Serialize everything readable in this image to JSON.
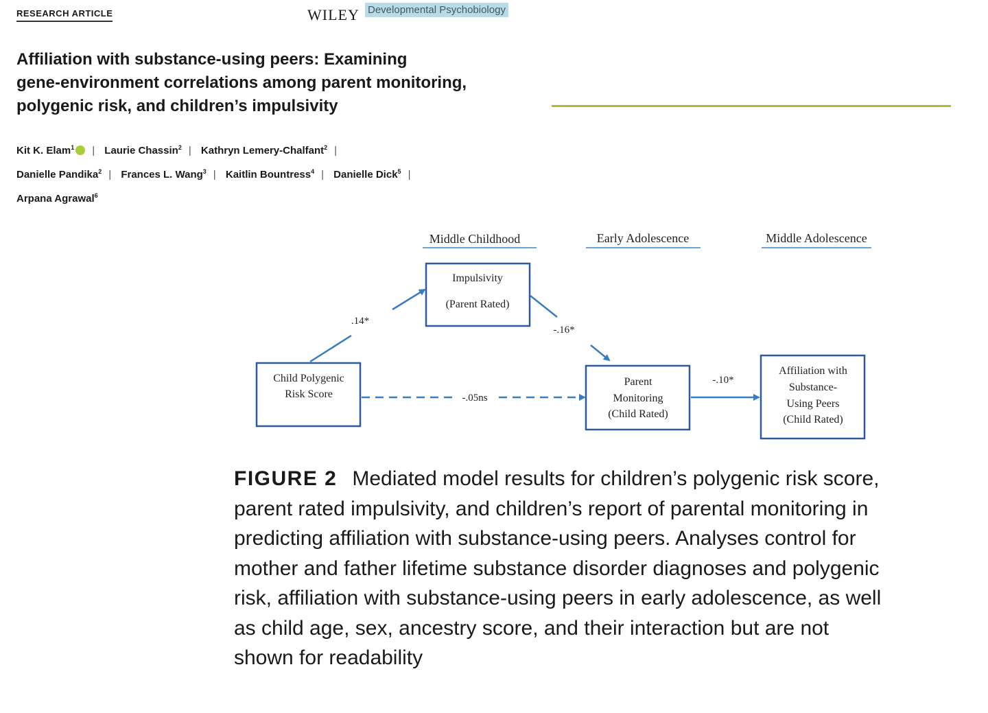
{
  "header": {
    "article_type": "RESEARCH ARTICLE",
    "publisher": "WILEY",
    "journal": "Developmental Psychobiology"
  },
  "article": {
    "title_lines": [
      "Affiliation with substance-using peers: Examining",
      "gene-environment correlations among parent monitoring,",
      "polygenic risk, and children’s impulsivity"
    ],
    "authors": [
      {
        "name": "Kit K. Elam",
        "sup": "1",
        "orcid": true
      },
      {
        "name": "Laurie Chassin",
        "sup": "2"
      },
      {
        "name": "Kathryn Lemery-Chalfant",
        "sup": "2"
      },
      {
        "name": "Danielle Pandika",
        "sup": "2"
      },
      {
        "name": "Frances L. Wang",
        "sup": "3"
      },
      {
        "name": "Kaitlin Bountress",
        "sup": "4"
      },
      {
        "name": "Danielle Dick",
        "sup": "5"
      },
      {
        "name": "Arpana Agrawal",
        "sup": "6"
      }
    ]
  },
  "figure": {
    "stages": {
      "middle_childhood": "Middle Childhood",
      "early_adolescence": "Early Adolescence",
      "middle_adolescence": "Middle Adolescence"
    },
    "nodes": {
      "impulsivity": [
        "Impulsivity",
        "(Parent Rated)"
      ],
      "prs": [
        "Child Polygenic",
        "Risk Score"
      ],
      "monitoring": [
        "Parent",
        "Monitoring",
        "(Child Rated)"
      ],
      "affiliation": [
        "Affiliation with",
        "Substance-",
        "Using Peers",
        "(Child Rated)"
      ]
    },
    "paths": {
      "prs_to_impulsivity": ".14*",
      "impulsivity_to_monitoring": "-.16*",
      "prs_to_monitoring": "-.05ns",
      "monitoring_to_affiliation": "-.10*"
    },
    "colors": {
      "arrow": "#3a7cc2",
      "box": "#2d5a9a",
      "stage_underline": "#6aa3d8"
    }
  },
  "caption": {
    "label": "FIGURE 2",
    "text": "Mediated model results for children’s polygenic risk score, parent rated impulsivity, and children’s report of parental monitoring in predicting affiliation with substance-using peers. Analyses control for mother and father lifetime substance disorder diagnoses and polygenic risk, affiliation with substance-using peers in early adolescence, as well as child age, sex, ancestry score, and their interaction but are not shown for readability"
  }
}
